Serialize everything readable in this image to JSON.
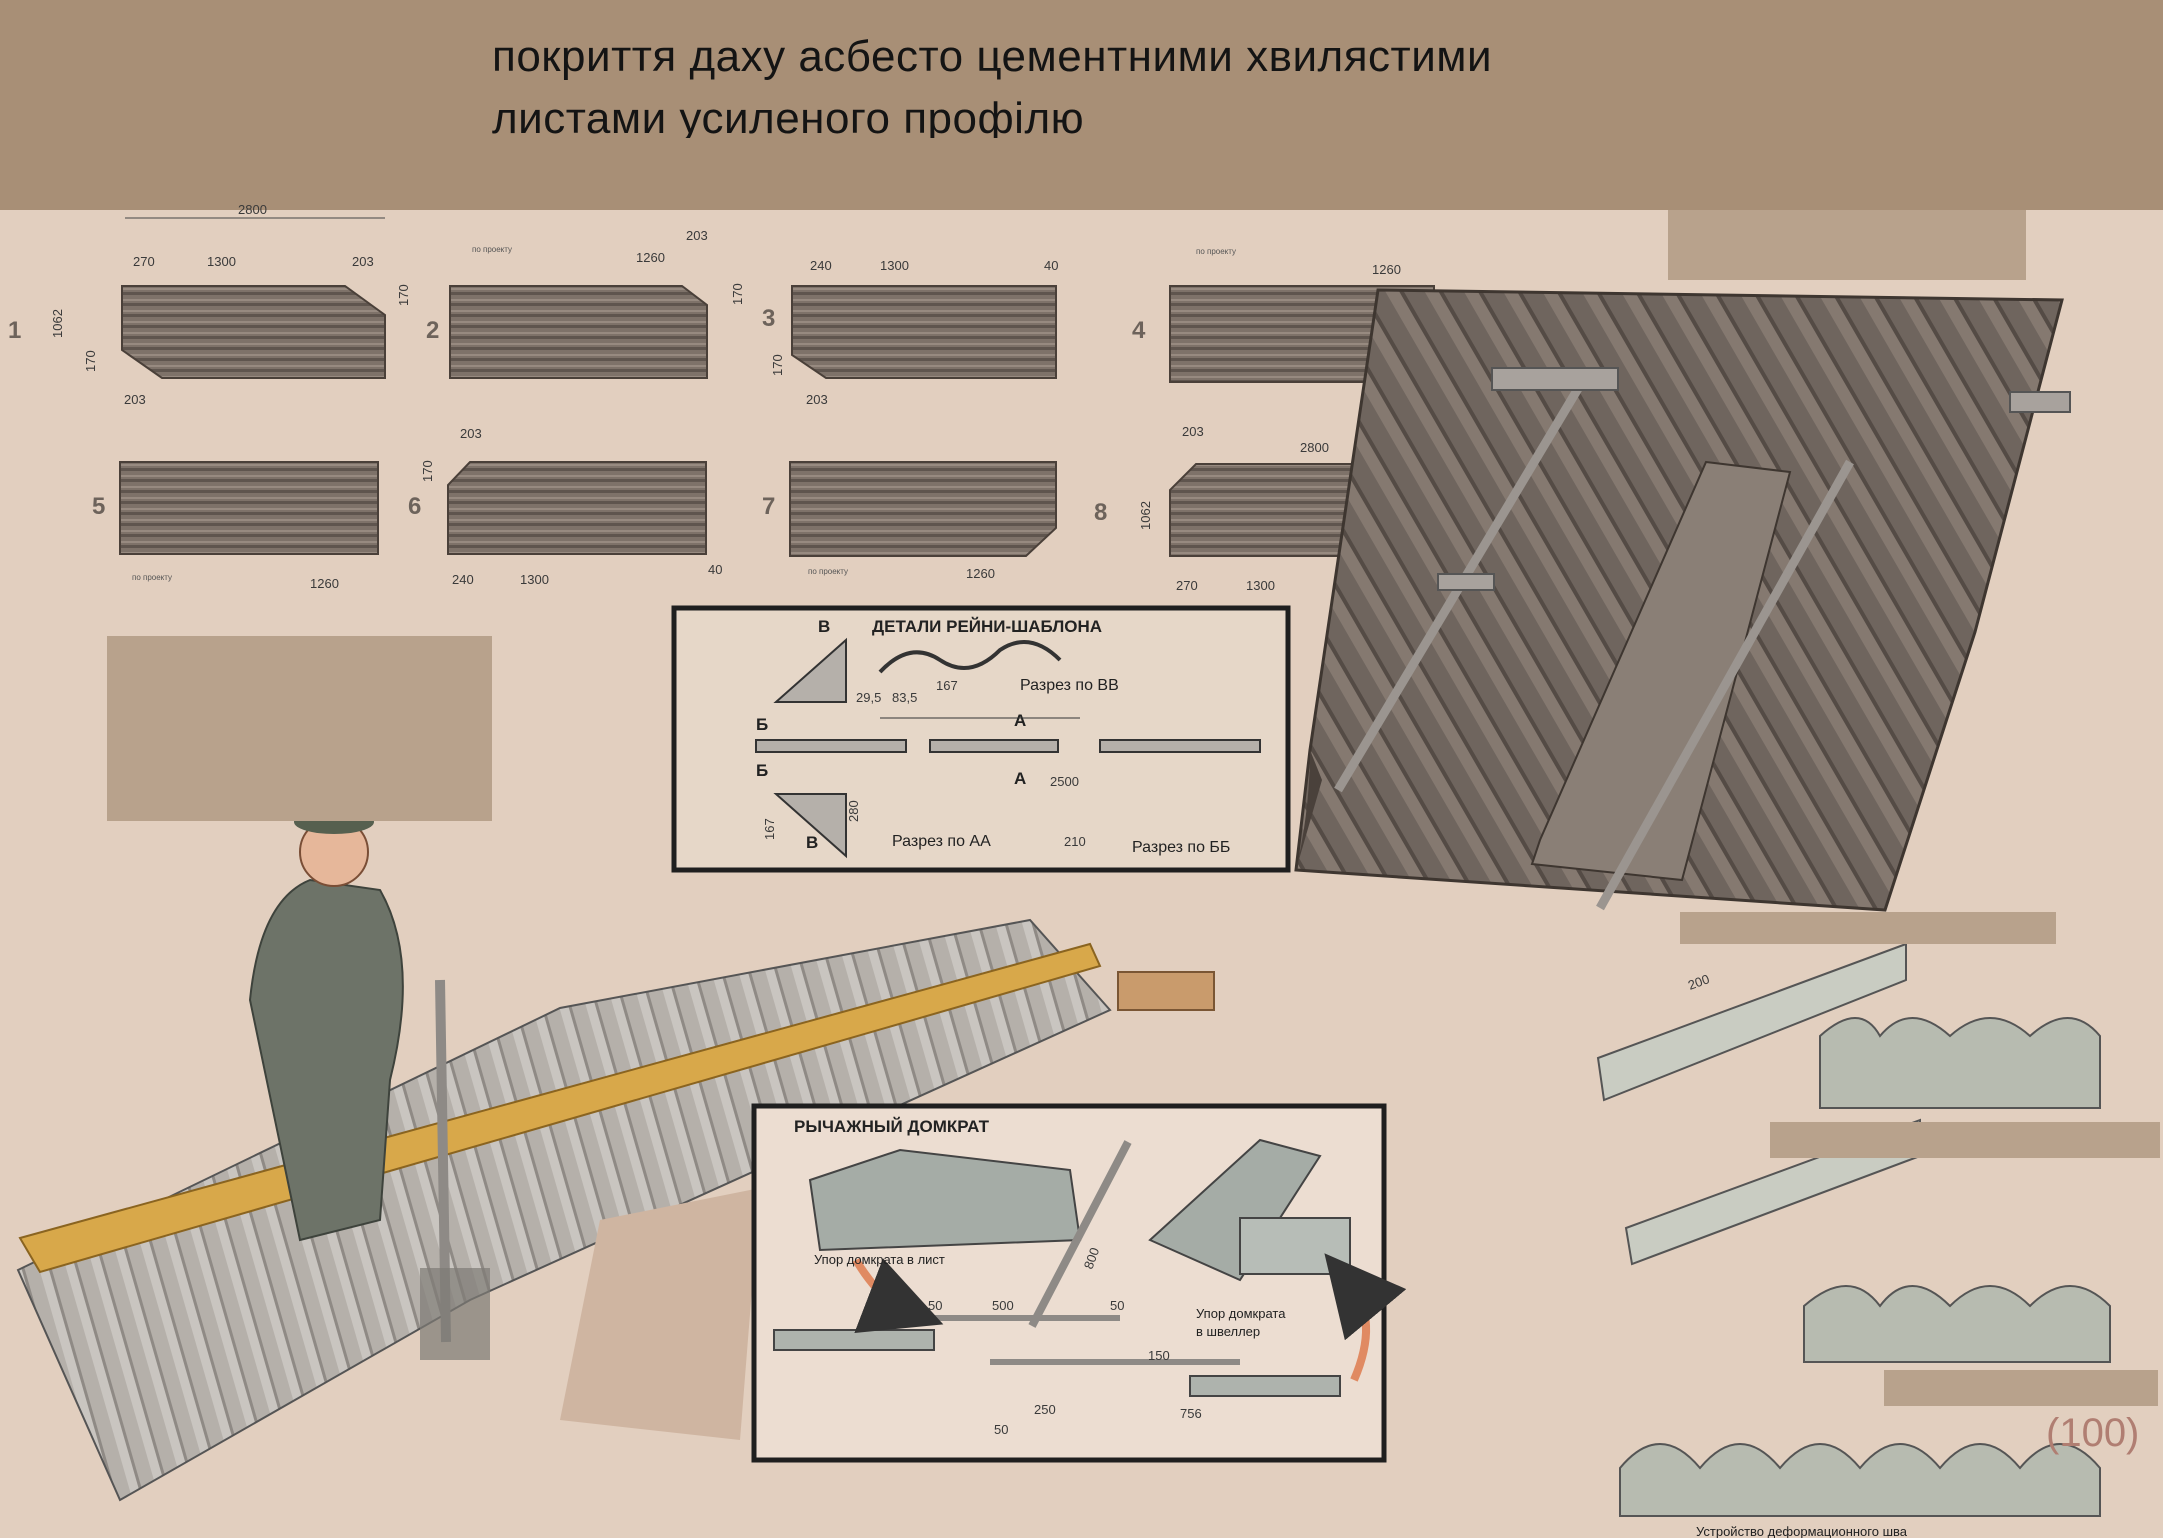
{
  "title": {
    "line1": "покриття даху асбесто цементними хвилястими",
    "line2": "листами усиленого профілю"
  },
  "sheets": [
    {
      "n": "1",
      "dims": [
        "2800",
        "270",
        "1300",
        "203",
        "1062",
        "170",
        "170",
        "203"
      ],
      "note": ""
    },
    {
      "n": "2",
      "dims": [
        "1260",
        "203",
        "170"
      ],
      "note": "по проекту"
    },
    {
      "n": "3",
      "dims": [
        "240",
        "1300",
        "40",
        "170",
        "203"
      ],
      "note": ""
    },
    {
      "n": "4",
      "dims": [
        "1260"
      ],
      "note": "по проекту"
    },
    {
      "n": "5",
      "dims": [
        "1260"
      ],
      "note": "по проекту"
    },
    {
      "n": "6",
      "dims": [
        "203",
        "170",
        "240",
        "1300",
        "40"
      ],
      "note": ""
    },
    {
      "n": "7",
      "dims": [
        "1260"
      ],
      "note": "по проекту"
    },
    {
      "n": "8",
      "dims": [
        "203",
        "2800",
        "1062",
        "270",
        "1300"
      ],
      "note": ""
    }
  ],
  "template_box": {
    "title": "ДЕТАЛИ РЕЙНИ-ШАБЛОНА",
    "section_vv": "Разрез по ВВ",
    "section_aa": "Разрез по АА",
    "section_bb": "Разрез по ББ",
    "dims": [
      "29,5",
      "83,5",
      "167",
      "2500",
      "280",
      "167",
      "210"
    ],
    "letters": {
      "v": "В",
      "b": "Б",
      "a": "А"
    }
  },
  "jack_box": {
    "title": "РЫЧАЖНЫЙ ДОМКРАТ",
    "label_sheet": "Упор домкрата в лист",
    "label_channel_1": "Упор домкрата",
    "label_channel_2": "в швеллер",
    "dims": [
      "50",
      "500",
      "50",
      "800",
      "150",
      "250",
      "756",
      "50"
    ]
  },
  "ridge_detail": {
    "dim": "200"
  },
  "bottom_caption": "Устройство деформационного шва",
  "corner_mark": "(100)",
  "colors": {
    "header": "#a88f76",
    "poster": "#e2cfbf",
    "sheet": "#7a6e65",
    "timber": "#d8a84a"
  }
}
